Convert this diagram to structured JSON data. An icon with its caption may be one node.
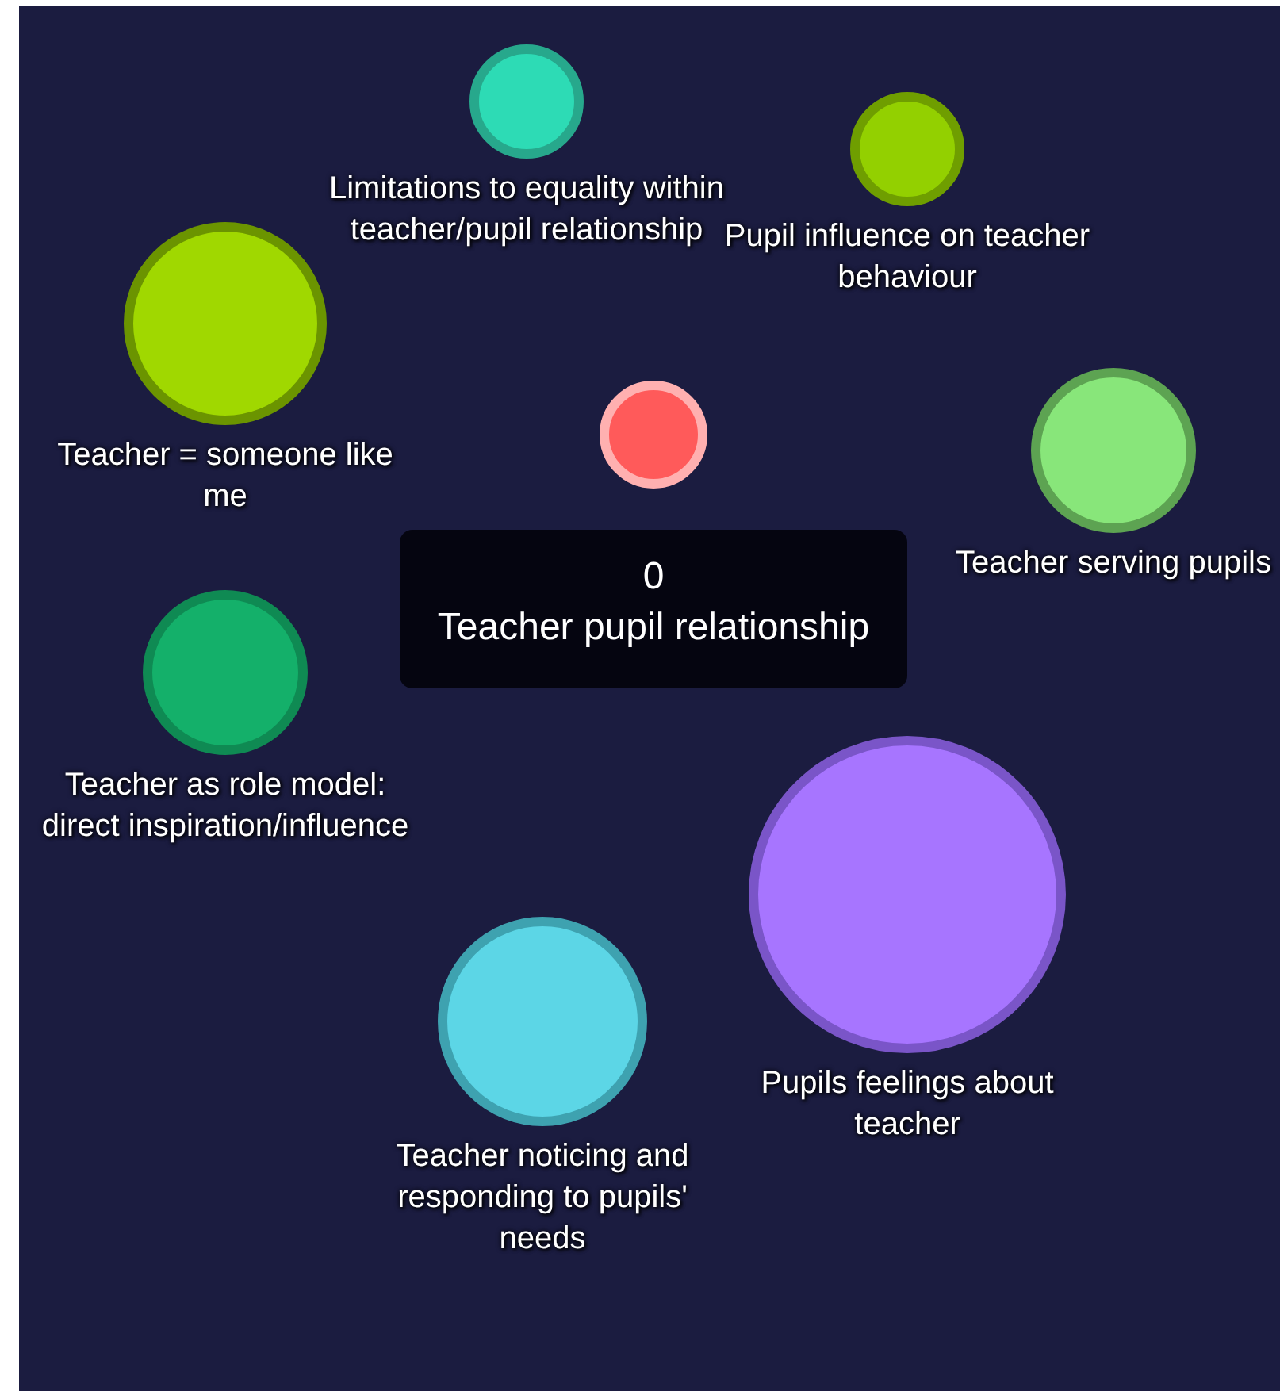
{
  "diagram": {
    "nodes": [
      {
        "text": [],
        "shape": "circle",
        "beside": [
          "Limitations to equality within teacher/pupil relationship"
        ]
      },
      {
        "text": [],
        "shape": "circle",
        "beside": [
          "Pupil influence on teacher behaviour"
        ]
      },
      {
        "text": [],
        "shape": "circle",
        "beside": [
          "Teacher = someone like me"
        ]
      },
      {
        "text": [],
        "shape": "circle",
        "beside": [
          "Teacher serving pupils"
        ]
      },
      {
        "text": [],
        "shape": "circle"
      },
      {
        "text": [
          "0",
          "Teacher pupil relationship"
        ]
      },
      {
        "text": [],
        "shape": "circle",
        "beside": [
          "Teacher as role model: direct inspiration/influence"
        ]
      },
      {
        "text": [],
        "shape": "circle",
        "beside": [
          "Pupils feelings about teacher"
        ]
      },
      {
        "text": [],
        "shape": "circle",
        "beside": [
          "Teacher noticing and responding to pupils' needs"
        ]
      }
    ]
  }
}
